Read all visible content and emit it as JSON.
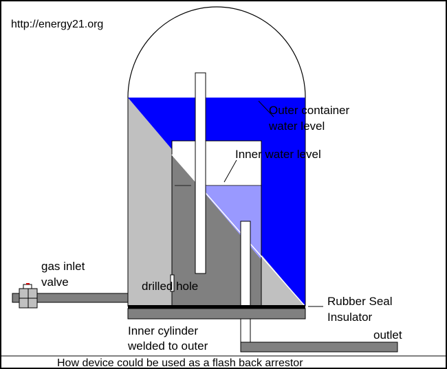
{
  "site": {
    "url": "http://energy21.org"
  },
  "labels": {
    "outer_level_line1": "Outer container",
    "outer_level_line2": "water level",
    "inner_level": "Inner water level",
    "gas_inlet_line1": "gas inlet",
    "gas_inlet_line2": "valve",
    "drilled_hole": "drilled hole",
    "rubber_seal_line1": "Rubber Seal",
    "rubber_seal_line2": "Insulator",
    "inner_cylinder_line1": "Inner cylinder",
    "inner_cylinder_line2": "welded to outer",
    "outlet": "outlet"
  },
  "caption": "How device could be used as a flash back arrestor",
  "colors": {
    "outer_water": "#0000ff",
    "inner_water": "#9999ff",
    "steel_light": "#c0c0c0",
    "steel_dark": "#808080",
    "seal": "#000000",
    "frame": "#000000"
  }
}
